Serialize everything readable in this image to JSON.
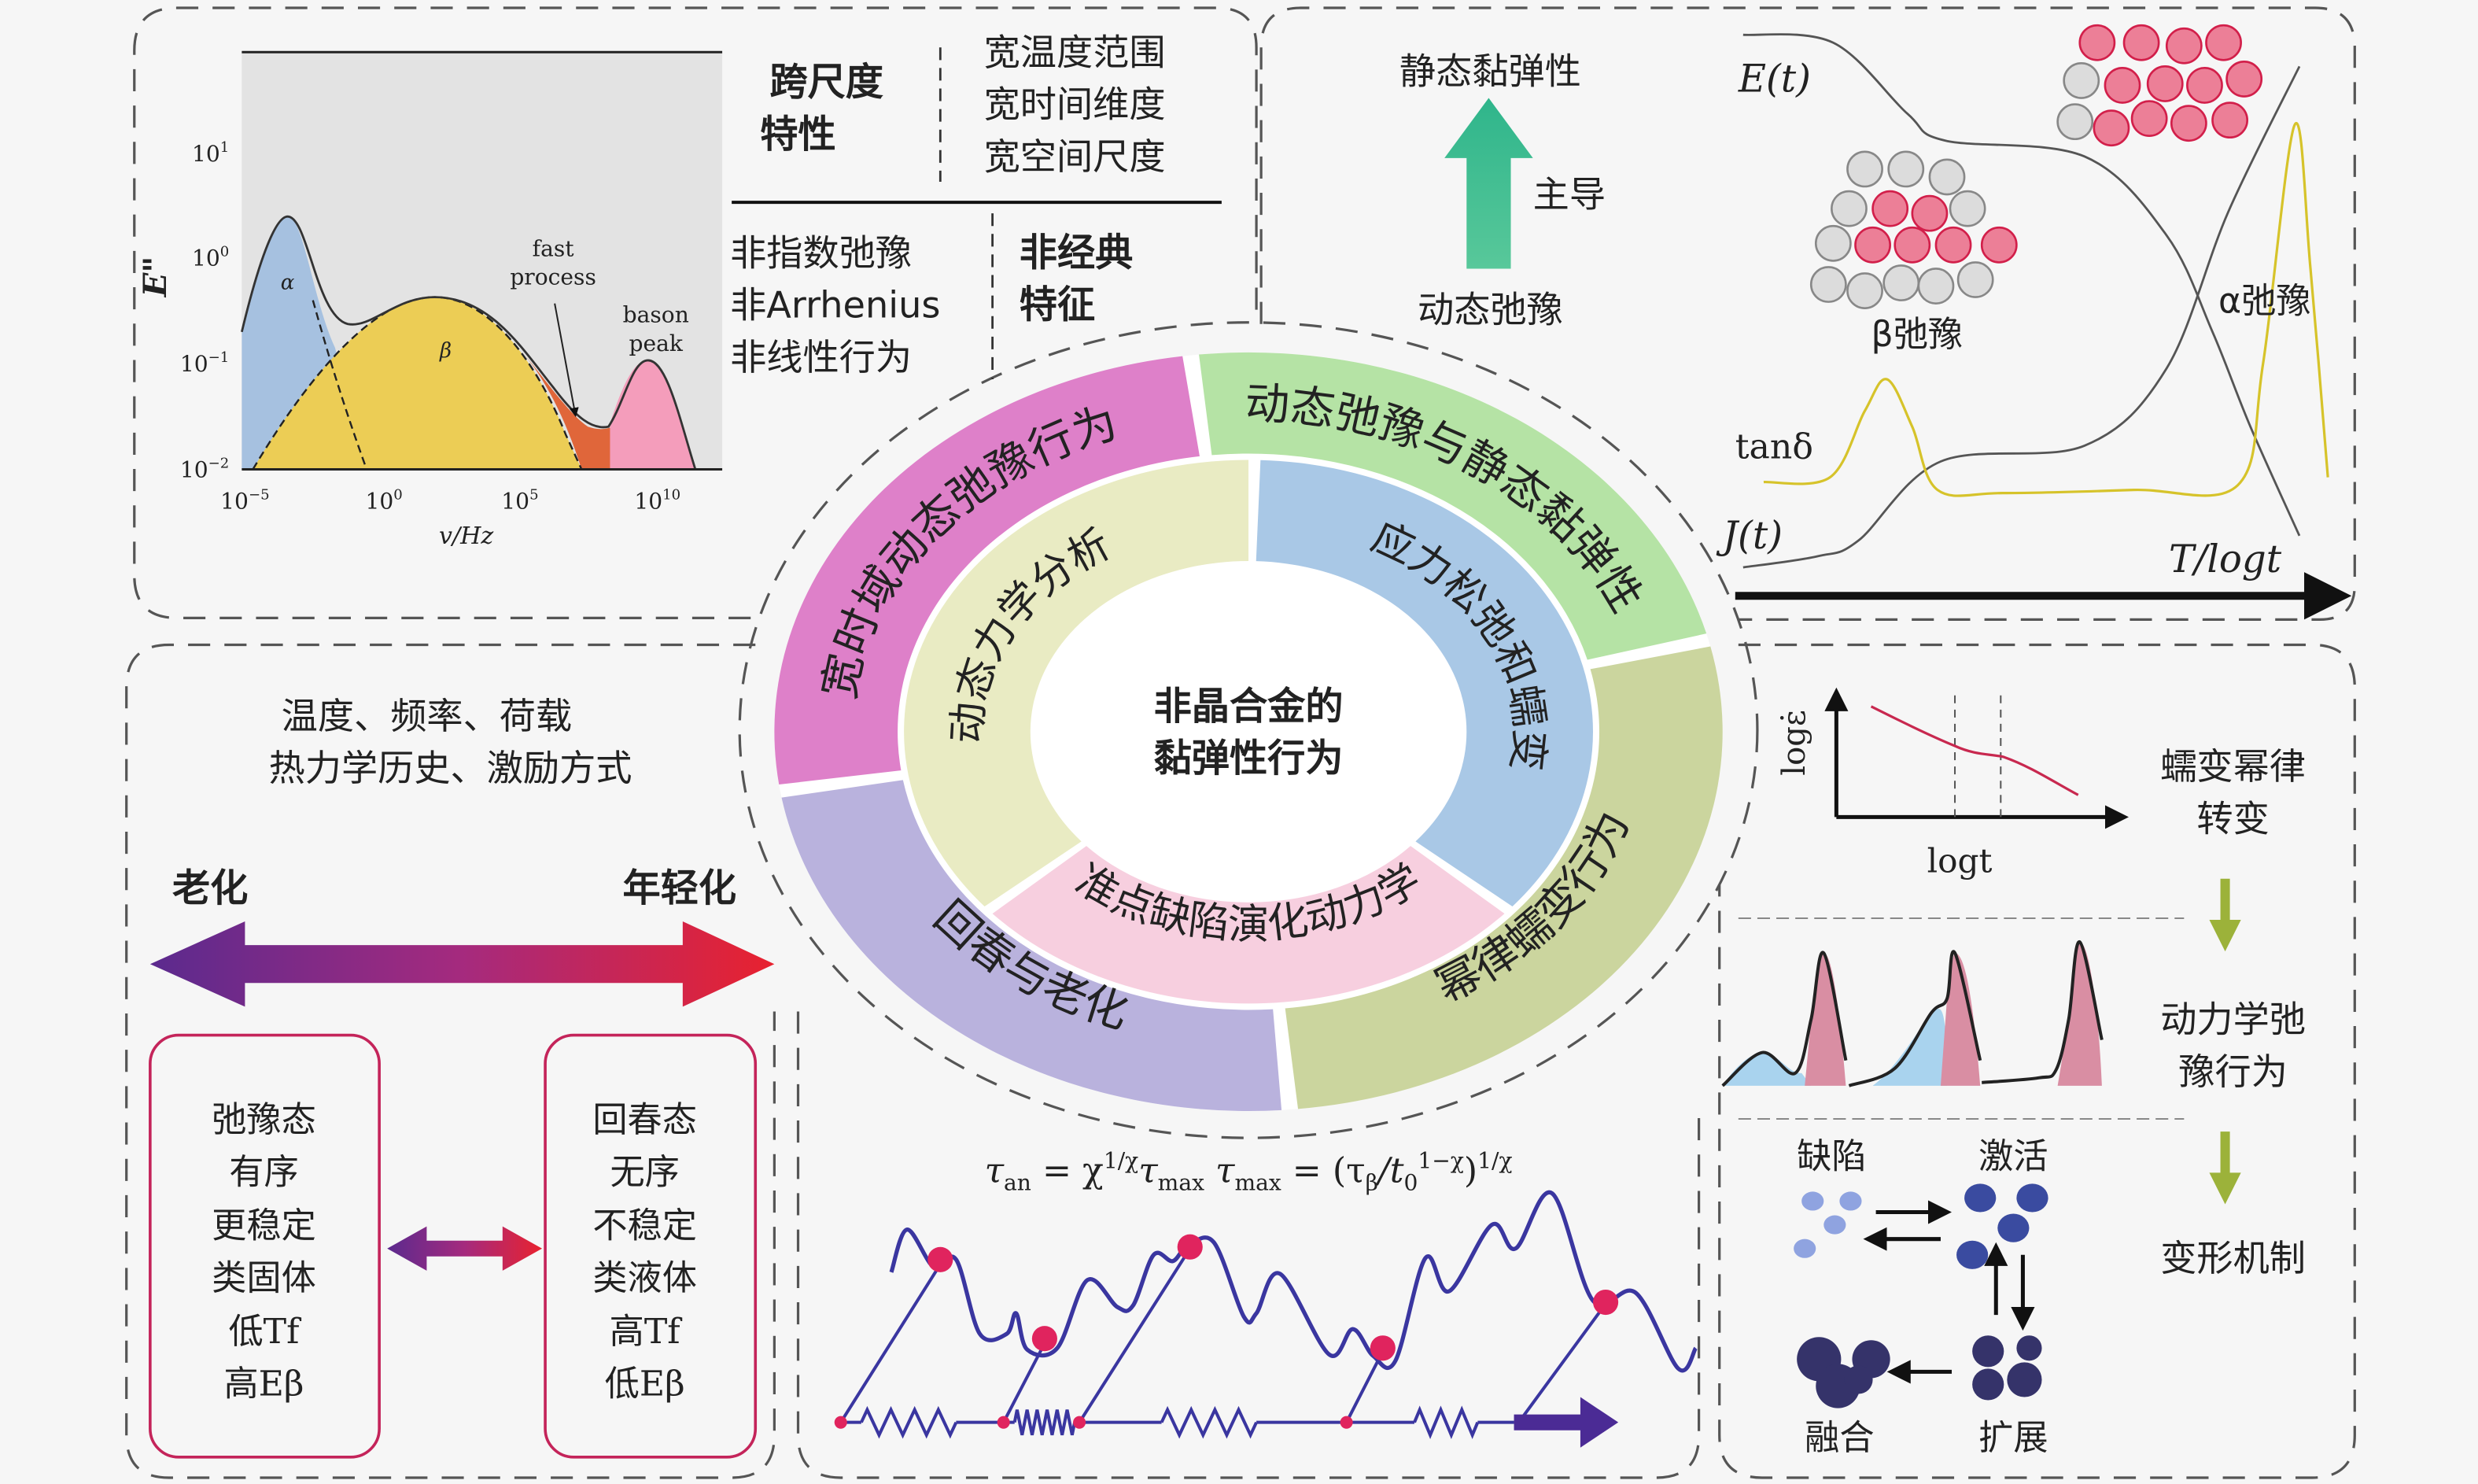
{
  "title_center": [
    "非晶合金的",
    "黏弹性行为"
  ],
  "colors": {
    "background": "#f6f6f6",
    "teal_text": "#5bbfb5",
    "crimson_text": "#d5336a",
    "purple_text": "#8a2c9c",
    "box_border": "#c4245a",
    "green_arrow": "#3dbb8f",
    "olive_arrow": "#9cb23a"
  },
  "ring": {
    "outer": [
      {
        "label": "宽时域动态弛豫行为",
        "color": "#de80c9"
      },
      {
        "label": "动态弛豫与静态黏弹性",
        "color": "#b5e3a5"
      },
      {
        "label": "幂律蠕变行为",
        "color": "#cbd59e"
      },
      {
        "label": "回春与老化",
        "color": "#b9b2dd"
      }
    ],
    "inner": [
      {
        "label": "动态力学分析",
        "color": "#e9ebc3"
      },
      {
        "label": "应力松弛和蠕变",
        "color": "#a9c8e6"
      },
      {
        "label": "准点缺陷演化动力学",
        "color": "#f7cfdf"
      }
    ]
  },
  "spectrum_plot": {
    "ylabel": "E\"",
    "xlabel": "v/Hz",
    "y_ticks": [
      {
        "base": "10",
        "exp": "1"
      },
      {
        "base": "10",
        "exp": "0"
      },
      {
        "base": "10",
        "exp": "−1"
      },
      {
        "base": "10",
        "exp": "−2"
      }
    ],
    "x_ticks": [
      {
        "base": "10",
        "exp": "−5"
      },
      {
        "base": "10",
        "exp": "0"
      },
      {
        "base": "10",
        "exp": "5"
      },
      {
        "base": "10",
        "exp": "10"
      }
    ],
    "peak_labels": {
      "alpha": "α",
      "beta": "β",
      "fast": [
        "fast",
        "process"
      ],
      "bason": [
        "bason",
        "peak"
      ]
    },
    "fill_colors": {
      "alpha": "#a6c1e0",
      "beta": "#eccd55",
      "fast": "#e0663a",
      "bason": "#f49dbb",
      "plot_bg": "#e3e3e3"
    }
  },
  "cross_scale": {
    "heading": [
      "跨尺度",
      "特性"
    ],
    "items": [
      "宽温度范围",
      "宽时间维度",
      "宽空间尺度"
    ]
  },
  "non_classical": {
    "heading": [
      "非经典",
      "特征"
    ],
    "items": [
      "非指数弛豫",
      "非Arrhenius",
      "非线性行为"
    ]
  },
  "static_dynamic": {
    "top": "静态黏弹性",
    "side": "主导",
    "bottom": "动态弛豫"
  },
  "relaxation_curves": {
    "E_label": "E(t)",
    "J_label": "J(t)",
    "tan_label": "tanδ",
    "beta_label": "β弛豫",
    "alpha_label": "α弛豫",
    "axis_label": "T/logt"
  },
  "conditions": [
    "温度、频率、荷载",
    "热力学历史、激励方式"
  ],
  "aging": {
    "left_label": "老化",
    "right_label": "年轻化",
    "relaxed_state": [
      "弛豫态",
      "有序",
      "更稳定",
      "类固体",
      "低Tf",
      "高Eβ"
    ],
    "rejuvenated_state": [
      "回春态",
      "无序",
      "不稳定",
      "类液体",
      "高Tf",
      "低Eβ"
    ]
  },
  "formula": {
    "parts": [
      "τ",
      "an",
      " = χ",
      "1/χ",
      "τ",
      "max",
      " τ",
      "max",
      " = (τ",
      "β",
      "/t",
      "0",
      "1−χ",
      ")",
      "1/χ"
    ]
  },
  "creep": {
    "ylabel": "logε̇",
    "xlabel": "logt",
    "labels": [
      [
        "蠕变幂律",
        "转变"
      ],
      [
        "动力学弛",
        "豫行为"
      ],
      [
        "变形机制"
      ]
    ],
    "mechanism": {
      "defect": "缺陷",
      "activate": "激活",
      "merge": "融合",
      "expand": "扩展"
    }
  }
}
